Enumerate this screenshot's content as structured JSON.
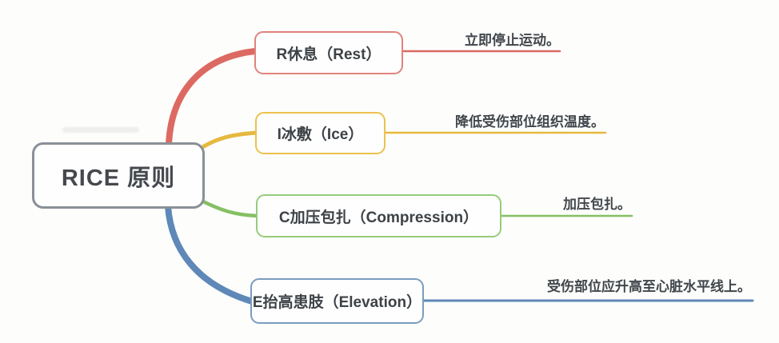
{
  "root": {
    "label": "RICE 原则",
    "border_color": "#8a9097",
    "text_color": "#45494e"
  },
  "branches": [
    {
      "label": "R休息（Rest）",
      "note": "立即停止运动。",
      "border_color": "#e0837c",
      "line_color": "#dc6a62"
    },
    {
      "label": "I冰敷（Ice）",
      "note": "降低受伤部位组织温度。",
      "border_color": "#ecc14c",
      "line_color": "#e6b93f"
    },
    {
      "label": "C加压包扎（Compression）",
      "note": "加压包扎。",
      "border_color": "#97cb7b",
      "line_color": "#85c063"
    },
    {
      "label": "E抬高患肢（Elevation）",
      "note": "受伤部位应升高至心脏水平线上。",
      "border_color": "#7b9cbf",
      "line_color": "#5e88b8"
    }
  ],
  "text_color": "#3d4246",
  "note_text_color": "#41464b",
  "background_color": "#fdfdfc"
}
